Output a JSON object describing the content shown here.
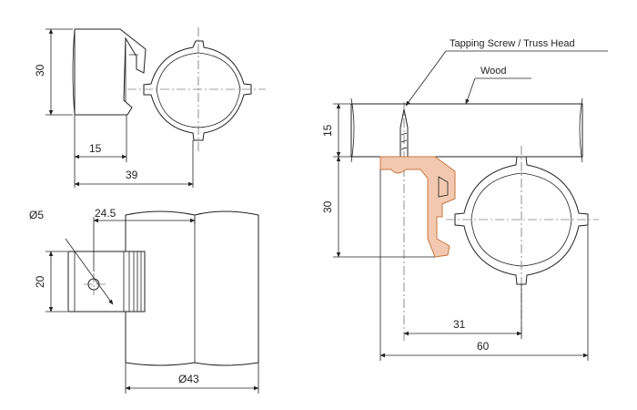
{
  "dimensions": {
    "top_left_height": "30",
    "top_left_offset": "15",
    "top_left_width": "39",
    "bottom_left_hole": "Ø5",
    "bottom_left_offset": "24.5",
    "bottom_left_height": "20",
    "bottom_left_pipe": "Ø43",
    "right_wood_thickness": "15",
    "right_height": "30",
    "right_offset": "31",
    "right_width": "60"
  },
  "callouts": {
    "screw": "Tapping Screw / Truss Head",
    "wood": "Wood"
  },
  "colors": {
    "line": "#222222",
    "highlight": "#f2c9b0",
    "highlight_stroke": "#c8773f"
  }
}
